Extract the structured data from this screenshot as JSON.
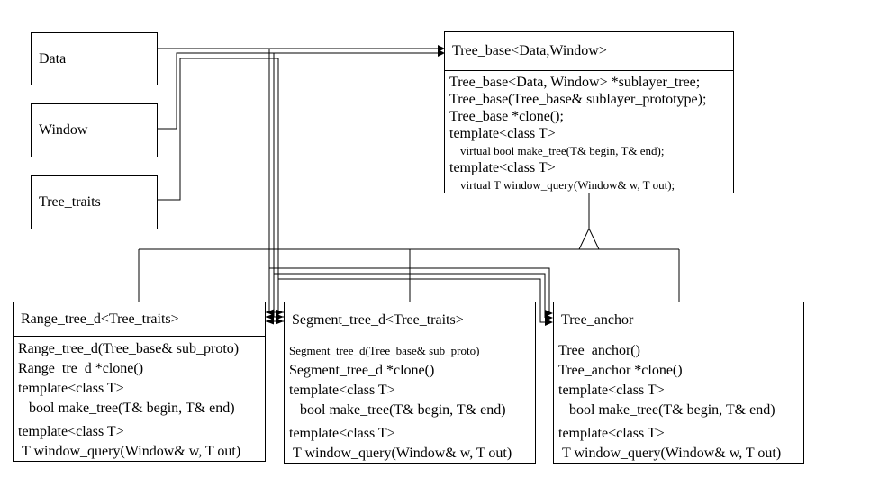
{
  "diagram": {
    "background_color": "#ffffff",
    "line_color": "#000000",
    "param_boxes": [
      {
        "label": "Data"
      },
      {
        "label": "Window"
      },
      {
        "label": "Tree_traits"
      }
    ],
    "classes": {
      "tree_base": {
        "title": "Tree_base<Data,Window>",
        "members": [
          "Tree_base<Data, Window> *sublayer_tree;",
          "Tree_base(Tree_base& sublayer_prototype);",
          "Tree_base *clone();",
          "template<class T>",
          "virtual bool make_tree(T& begin, T& end);",
          "template<class T>",
          "virtual T window_query(Window& w, T out);"
        ]
      },
      "range_tree_d": {
        "title": "Range_tree_d<Tree_traits>",
        "members": [
          "Range_tree_d(Tree_base& sub_proto)",
          "Range_tre_d *clone()",
          "template<class T>",
          "bool make_tree(T& begin, T& end)",
          "template<class T>",
          "T window_query(Window& w, T out)"
        ]
      },
      "segment_tree_d": {
        "title": "Segment_tree_d<Tree_traits>",
        "members": [
          "Segment_tree_d(Tree_base& sub_proto)",
          "Segment_tree_d *clone()",
          "template<class T>",
          "bool make_tree(T& begin, T& end)",
          "template<class T>",
          "T window_query(Window& w, T out)"
        ]
      },
      "tree_anchor": {
        "title": "Tree_anchor",
        "members": [
          "Tree_anchor()",
          "Tree_anchor *clone()",
          "template<class T>",
          "bool make_tree(T& begin, T& end)",
          "template<class T>",
          "T window_query(Window& w, T out)"
        ]
      }
    },
    "relations": {
      "generalization_base": "Tree_base<Data,Window>",
      "generalization_derived": [
        "Range_tree_d<Tree_traits>",
        "Segment_tree_d<Tree_traits>",
        "Tree_anchor"
      ],
      "dependency_sources": [
        "Data",
        "Window",
        "Tree_traits"
      ]
    }
  }
}
